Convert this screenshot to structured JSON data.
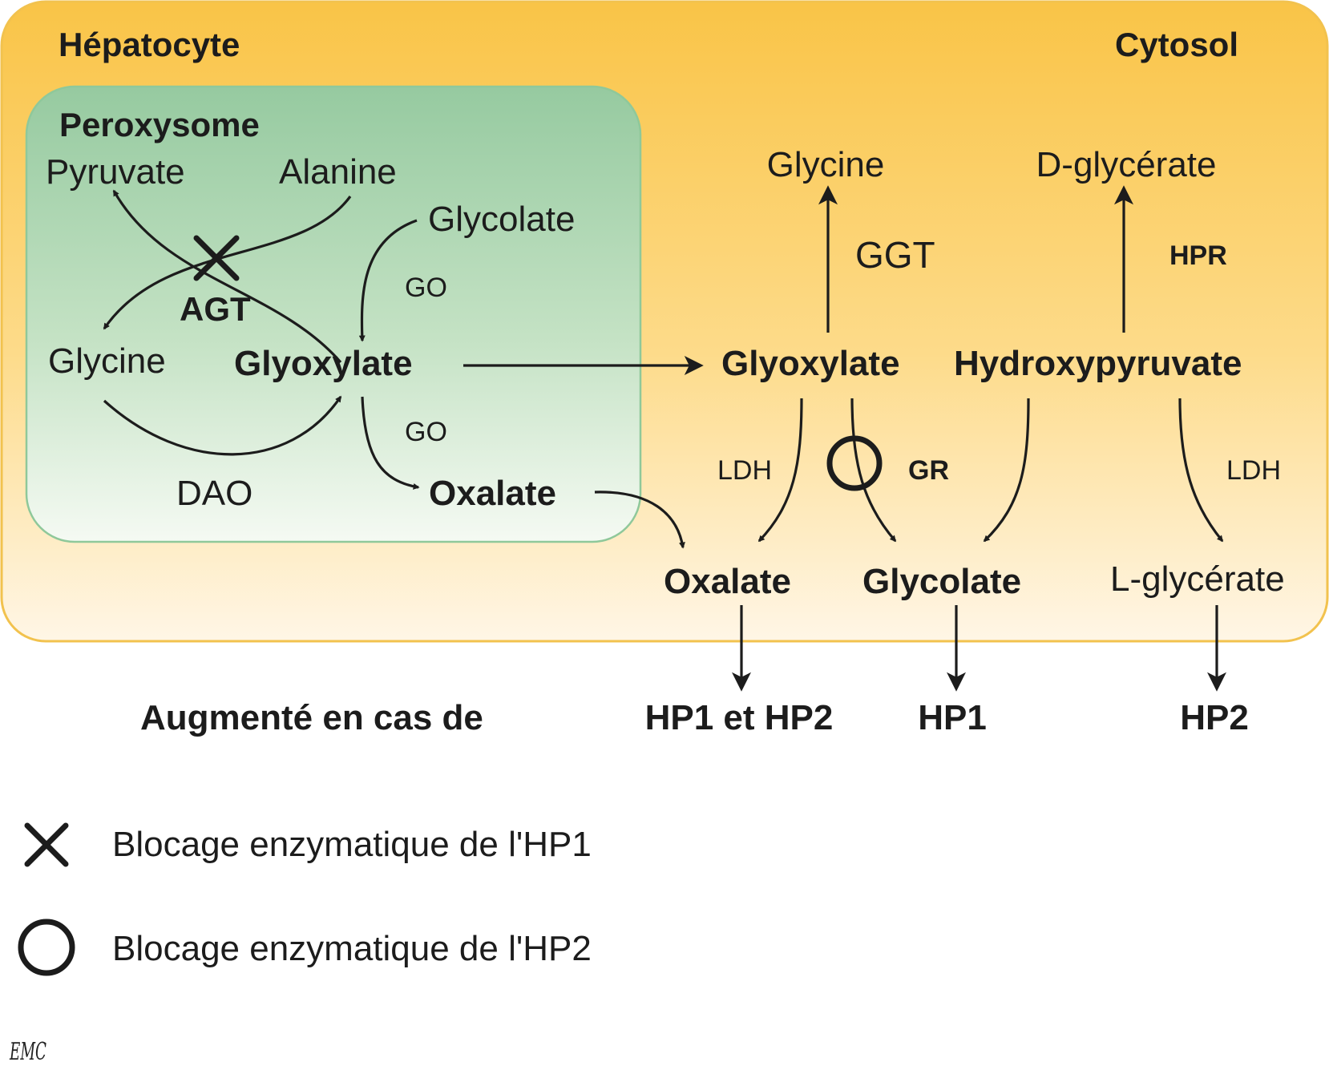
{
  "compartments": {
    "cell": "Hépatocyte",
    "cytosol": "Cytosol",
    "peroxysome": "Peroxysome"
  },
  "peroxysome": {
    "pyruvate": "Pyruvate",
    "alanine": "Alanine",
    "glycolate": "Glycolate",
    "go_top": "GO",
    "agt": "AGT",
    "glycine": "Glycine",
    "glyoxylate": "Glyoxylate",
    "go_bottom": "GO",
    "dao": "DAO",
    "oxalate": "Oxalate"
  },
  "cytosol": {
    "glycine": "Glycine",
    "d_glycerate": "D-glycérate",
    "ggt": "GGT",
    "hpr": "HPR",
    "glyoxylate": "Glyoxylate",
    "hydroxypyruvate": "Hydroxypyruvate",
    "ldh_left": "LDH",
    "gr": "GR",
    "ldh_right": "LDH",
    "oxalate": "Oxalate",
    "glycolate": "Glycolate",
    "l_glycerate": "L-glycérate"
  },
  "outcomes": {
    "label": "Augmenté en cas de",
    "oxalate": "HP1 et HP2",
    "glycolate": "HP1",
    "l_glycerate": "HP2"
  },
  "legend": {
    "cross": "Blocage enzymatique de l'HP1",
    "circle": "Blocage enzymatique de l'HP2"
  },
  "logo": "EMC",
  "colors": {
    "cytosol_top": "#f9c447",
    "cytosol_bottom": "#fff6e6",
    "peroxysome_top": "#96caa0",
    "peroxysome_bottom": "#f5faf3",
    "ink": "#1c1c1c"
  }
}
